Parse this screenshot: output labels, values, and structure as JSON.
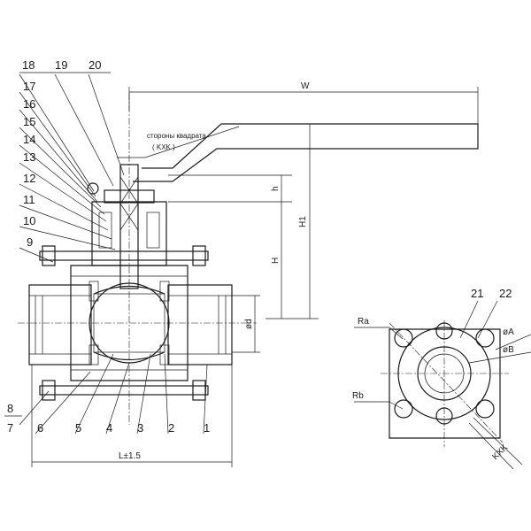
{
  "labels": {
    "callouts_top": [
      "18",
      "19",
      "20"
    ],
    "callouts_left": [
      "17",
      "16",
      "15",
      "14",
      "13",
      "12",
      "11",
      "10",
      "9",
      "8",
      "7"
    ],
    "callouts_bottom": [
      "6",
      "5",
      "4",
      "3",
      "2",
      "1"
    ],
    "callouts_right": [
      "21",
      "22"
    ]
  },
  "dimensions": {
    "w": "W",
    "h_small": "h",
    "h": "H",
    "h1": "H1",
    "d": "ød",
    "l": "L±1.5",
    "square_note": "стороны квадрата",
    "square_kxk": "( KXK )",
    "ra": "Ra",
    "rb": "Rb",
    "a": "øA",
    "b": "øB",
    "kxk": "KXK"
  }
}
